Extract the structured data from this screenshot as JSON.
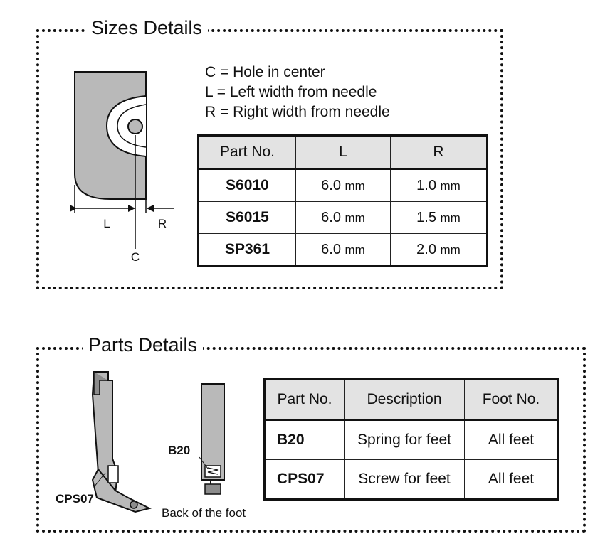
{
  "sizes": {
    "title": "Sizes Details",
    "legend": [
      "C = Hole in center",
      "L = Left width from needle",
      "R = Right width from needle"
    ],
    "diagram_labels": {
      "left": "L",
      "right": "R",
      "center": "C"
    },
    "headers": [
      "Part No.",
      "L",
      "R"
    ],
    "rows": [
      {
        "part": "S6010",
        "l_num": "6.0",
        "l_unit": "mm",
        "r_num": "1.0",
        "r_unit": "mm"
      },
      {
        "part": "S6015",
        "l_num": "6.0",
        "l_unit": "mm",
        "r_num": "1.5",
        "r_unit": "mm"
      },
      {
        "part": "SP361",
        "l_num": "6.0",
        "l_unit": "mm",
        "r_num": "2.0",
        "r_unit": "mm"
      }
    ]
  },
  "parts": {
    "title": "Parts Details",
    "figure_labels": {
      "screw": "CPS07",
      "spring": "B20",
      "caption": "Back of the foot"
    },
    "headers": [
      "Part No.",
      "Description",
      "Foot No."
    ],
    "rows": [
      {
        "part": "B20",
        "description": "Spring for feet",
        "foot": "All feet"
      },
      {
        "part": "CPS07",
        "description": "Screw for feet",
        "foot": "All feet"
      }
    ]
  }
}
